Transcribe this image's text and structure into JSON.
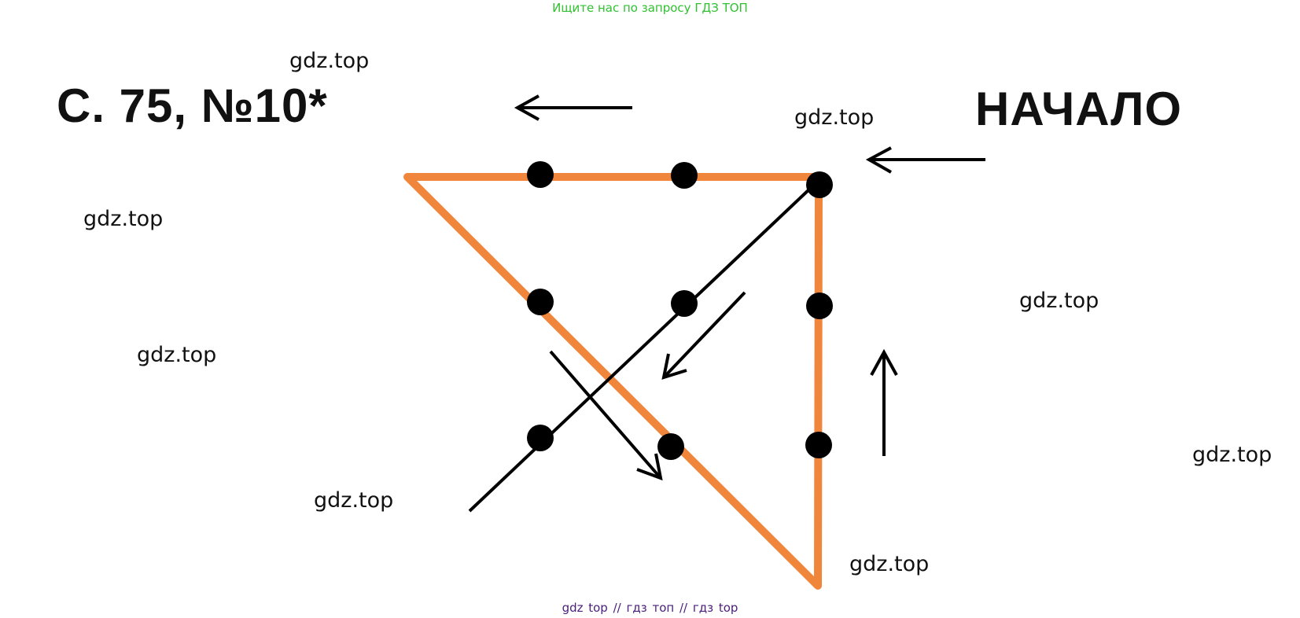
{
  "header": {
    "banner": "Ищите нас по запросу ГДЗ ТОП"
  },
  "title": "С. 75, №10*",
  "start_label": "НАЧАЛО",
  "watermarks": [
    "gdz.top",
    "gdz.top",
    "gdz.top",
    "gdz.top",
    "gdz.top",
    "gdz.top",
    "gdz.top",
    "gdz.top"
  ],
  "footer": {
    "banner": "gdz top  //  гдз топ  //  гдз top"
  },
  "colors": {
    "path_orange": "#f0863c",
    "ink": "#000000",
    "banner_green": "#2fc12f",
    "footer_purple": "#4a1d7a"
  },
  "puzzle": {
    "description": "Nine dots in a 3x3 grid connected by four straight lines without lifting the pen",
    "grid_rows": 3,
    "grid_cols": 3,
    "dot_count": 9,
    "line_count": 4
  }
}
